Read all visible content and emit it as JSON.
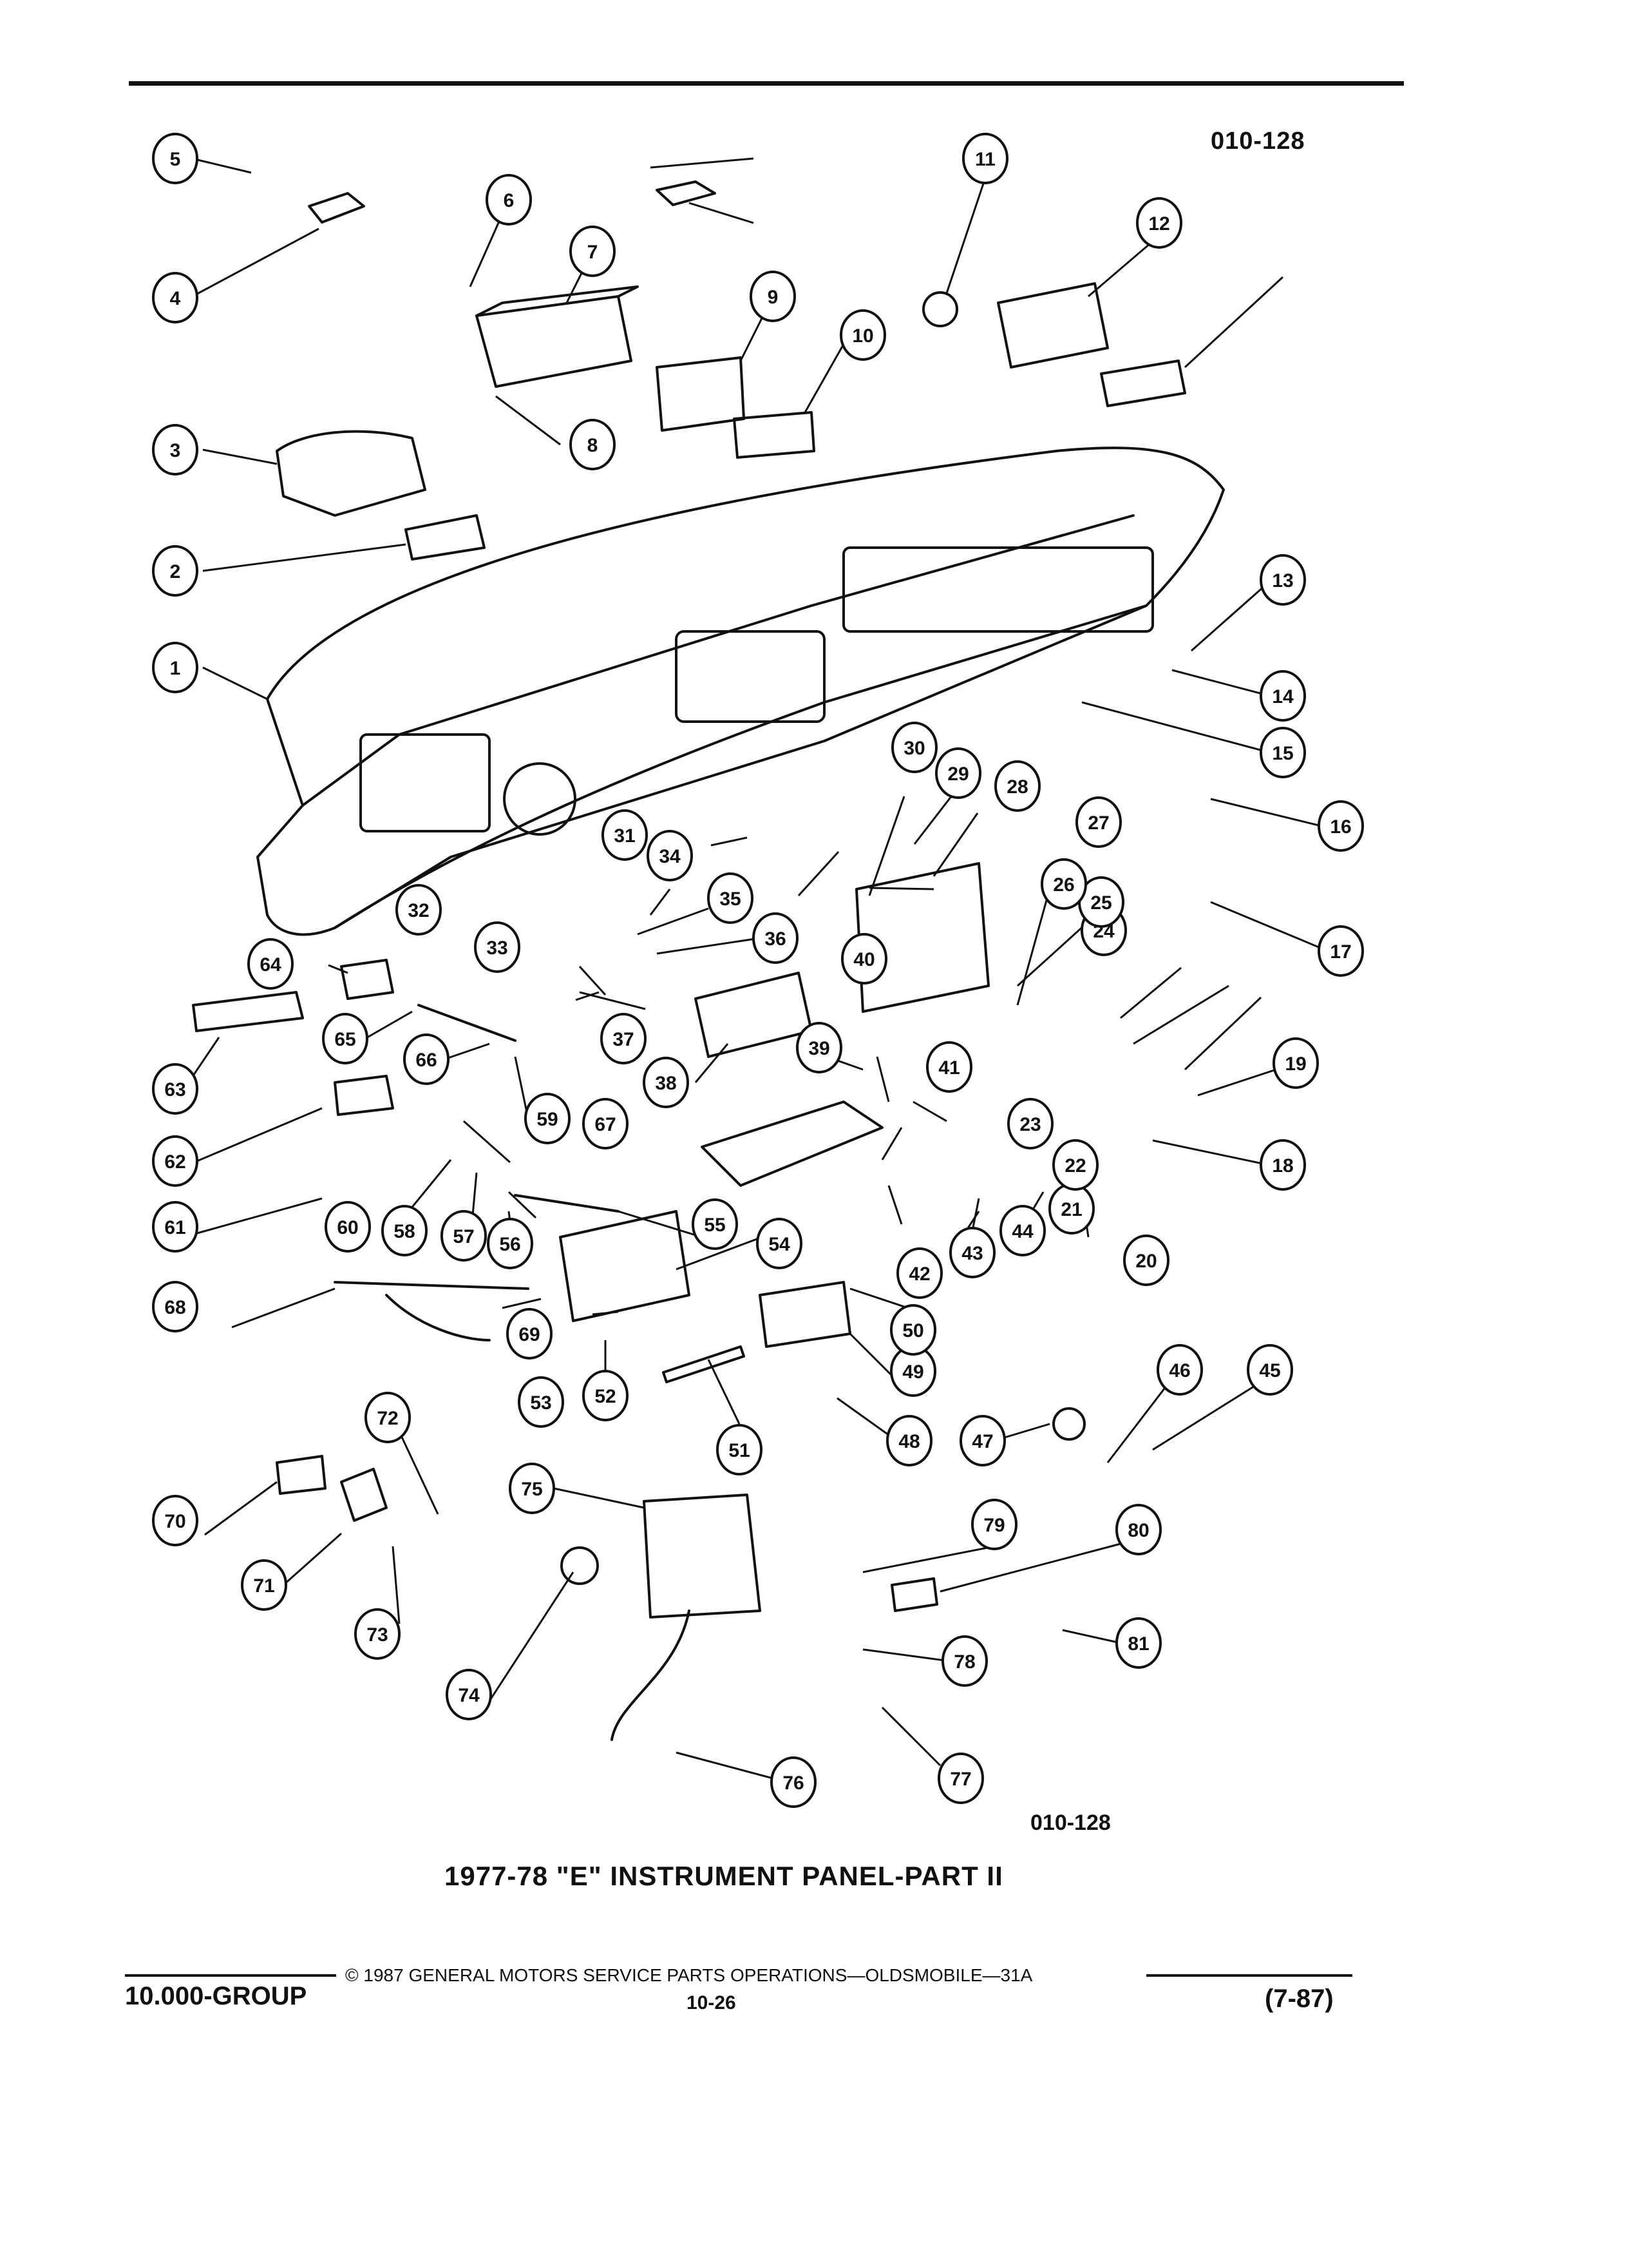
{
  "figure": {
    "code_top": "010-128",
    "code_bottom": "010-128",
    "caption": "1977-78 \"E\" INSTRUMENT PANEL-PART II"
  },
  "footer": {
    "copyright": "© 1987 GENERAL MOTORS SERVICE PARTS OPERATIONS—OLDSMOBILE—31A",
    "group": "10.000-GROUP",
    "page": "10-26",
    "date": "(7-87)"
  },
  "callouts": [
    "1",
    "2",
    "3",
    "4",
    "5",
    "6",
    "7",
    "8",
    "9",
    "10",
    "11",
    "12",
    "13",
    "14",
    "15",
    "16",
    "17",
    "18",
    "19",
    "20",
    "21",
    "22",
    "23",
    "24",
    "25",
    "26",
    "27",
    "28",
    "29",
    "30",
    "31",
    "32",
    "33",
    "34",
    "35",
    "36",
    "37",
    "38",
    "39",
    "40",
    "41",
    "42",
    "43",
    "44",
    "45",
    "46",
    "47",
    "48",
    "49",
    "50",
    "51",
    "52",
    "53",
    "54",
    "55",
    "56",
    "57",
    "58",
    "59",
    "60",
    "61",
    "62",
    "63",
    "64",
    "65",
    "66",
    "67",
    "68",
    "69",
    "70",
    "71",
    "72",
    "73",
    "74",
    "75",
    "76",
    "77",
    "78",
    "79",
    "80",
    "81"
  ]
}
